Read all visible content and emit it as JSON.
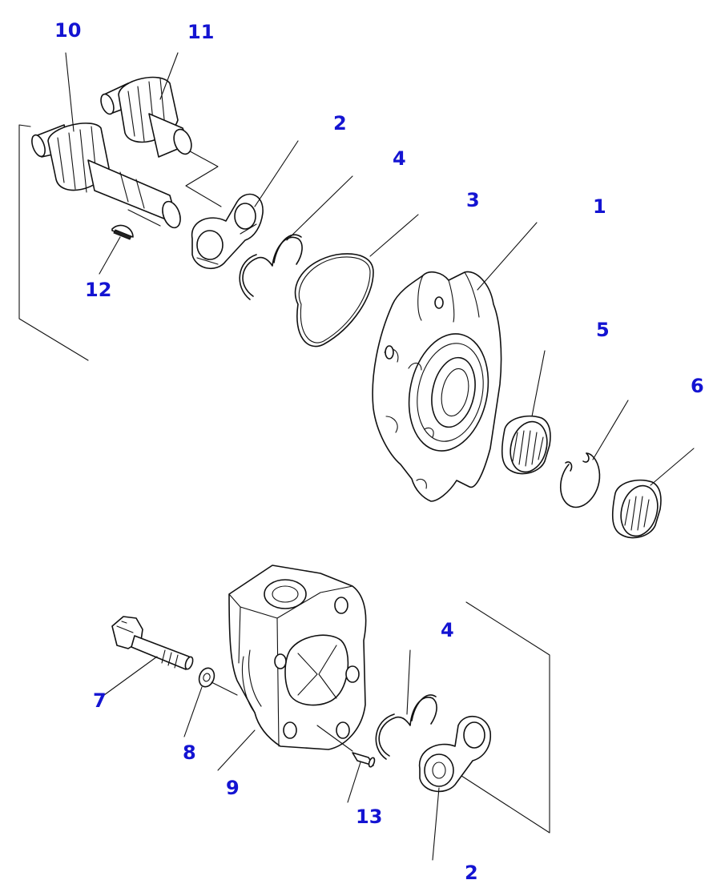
{
  "diagram": {
    "callouts": {
      "p10": "10",
      "p11": "11",
      "p2_top": "2",
      "p4_top": "4",
      "p3": "3",
      "p1": "1",
      "p12": "12",
      "p5": "5",
      "p6": "6",
      "p4_bottom": "4",
      "p7": "7",
      "p8": "8",
      "p9": "9",
      "p13": "13",
      "p2_bottom": "2"
    },
    "label_color": "#1414d2"
  }
}
